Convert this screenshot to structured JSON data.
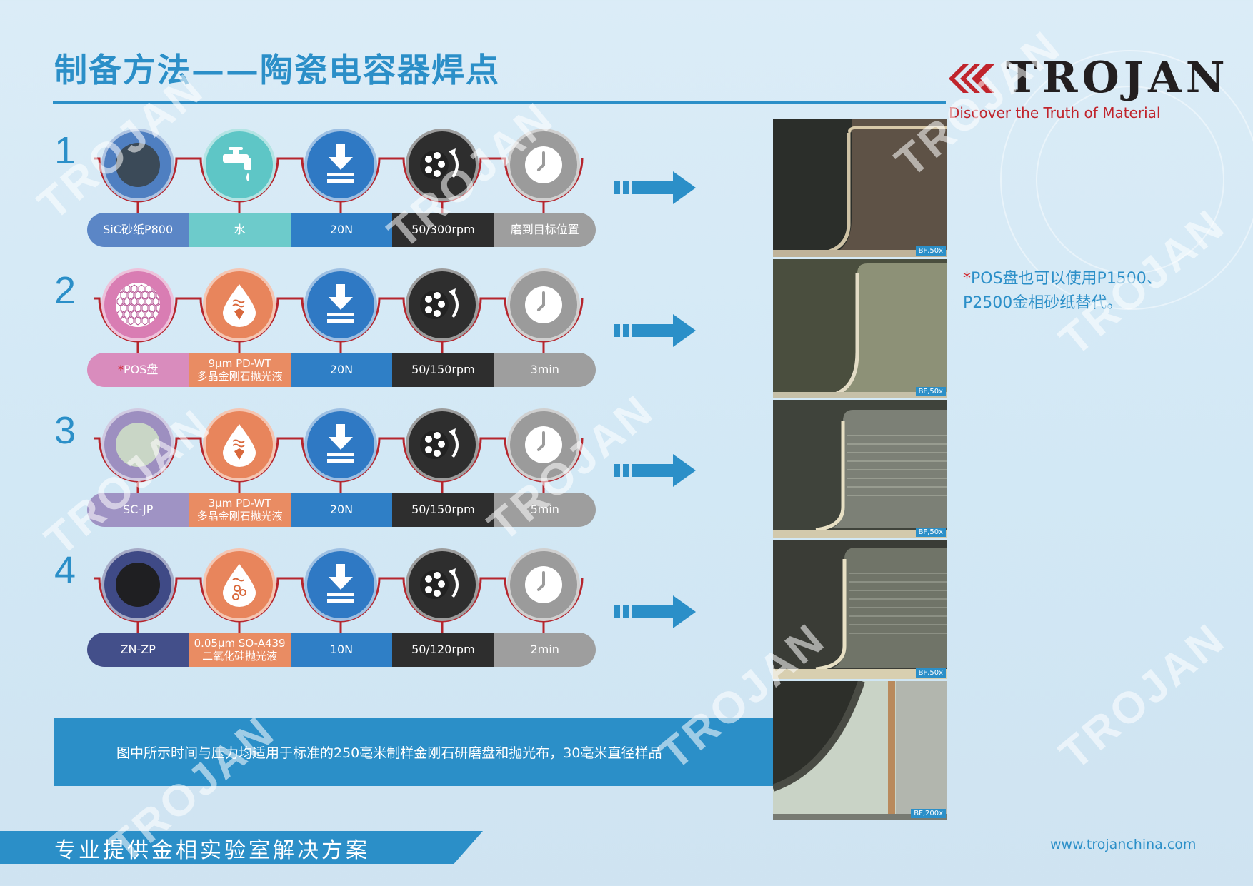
{
  "page": {
    "title": "制备方法——陶瓷电容器焊点",
    "logo_text": "TROJAN",
    "logo_slogan": "Discover the Truth of Material",
    "footer_slogan": "专业提供金相实验室解决方案",
    "footer_url": "www.trojanchina.com",
    "watermark": "TROJAN"
  },
  "colors": {
    "accent": "#2b8fc8",
    "brand_red": "#c0242c",
    "wave_red": "#b6252d"
  },
  "steps": [
    {
      "number": "1",
      "icons": [
        "sic-paper-disc-icon",
        "water-tap-icon",
        "force-down-icon",
        "rotation-icon",
        "clock-icon"
      ],
      "labels": [
        {
          "line1": "SiC砂纸P800",
          "line2": ""
        },
        {
          "line1": "水",
          "line2": ""
        },
        {
          "line1": "20N",
          "line2": ""
        },
        {
          "line1": "50/300rpm",
          "line2": ""
        },
        {
          "line1": "磨到目标位置",
          "line2": ""
        }
      ]
    },
    {
      "number": "2",
      "icons": [
        "pos-disc-icon",
        "diamond-suspension-icon",
        "force-down-icon",
        "rotation-icon",
        "clock-icon"
      ],
      "labels": [
        {
          "line1": "POS盘",
          "line2": "",
          "star": "*"
        },
        {
          "line1": "9μm PD-WT",
          "line2": "多晶金刚石抛光液"
        },
        {
          "line1": "20N",
          "line2": ""
        },
        {
          "line1": "50/150rpm",
          "line2": ""
        },
        {
          "line1": "3min",
          "line2": ""
        }
      ]
    },
    {
      "number": "3",
      "icons": [
        "sc-jp-disc-icon",
        "diamond-suspension-icon",
        "force-down-icon",
        "rotation-icon",
        "clock-icon"
      ],
      "labels": [
        {
          "line1": "SC-JP",
          "line2": ""
        },
        {
          "line1": "3μm PD-WT",
          "line2": "多晶金刚石抛光液"
        },
        {
          "line1": "20N",
          "line2": ""
        },
        {
          "line1": "50/150rpm",
          "line2": ""
        },
        {
          "line1": "5min",
          "line2": ""
        }
      ]
    },
    {
      "number": "4",
      "icons": [
        "zn-zp-disc-icon",
        "silica-suspension-icon",
        "force-down-icon",
        "rotation-icon",
        "clock-icon"
      ],
      "labels": [
        {
          "line1": "ZN-ZP",
          "line2": ""
        },
        {
          "line1": "0.05μm SO-A439",
          "line2": "二氧化硅抛光液"
        },
        {
          "line1": "10N",
          "line2": ""
        },
        {
          "line1": "50/120rpm",
          "line2": ""
        },
        {
          "line1": "2min",
          "line2": ""
        }
      ]
    }
  ],
  "note": "图中所示时间与压力均适用于标准的250毫米制样金刚石研磨盘和抛光布，30毫米直径样品",
  "side_note": {
    "star": "*",
    "line1": "POS盘也可以使用P1500、",
    "line2": "P2500金相砂纸替代。"
  },
  "photos": [
    {
      "tag": "BF,50x"
    },
    {
      "tag": "BF,50x"
    },
    {
      "tag": "BF,50x"
    },
    {
      "tag": "BF,50x"
    },
    {
      "tag": "BF,200x"
    }
  ]
}
